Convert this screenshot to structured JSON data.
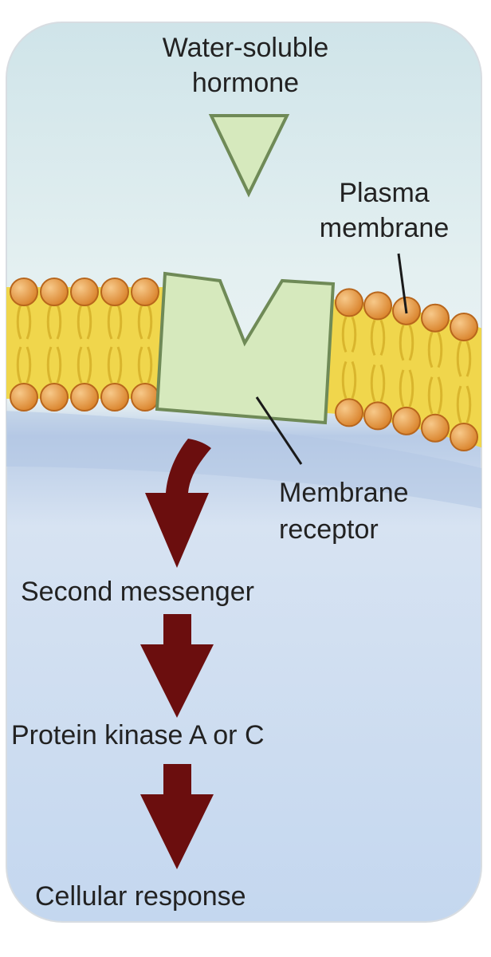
{
  "labels": {
    "hormone_line1": "Water-soluble",
    "hormone_line2": "hormone",
    "membrane_line1": "Plasma",
    "membrane_line2": "membrane",
    "receptor_line1": "Membrane",
    "receptor_line2": "receptor",
    "second_messenger": "Second messenger",
    "protein_kinase": "Protein kinase A or C",
    "cellular_response": "Cellular response"
  },
  "colors": {
    "extracellular_top": "#cfe6ea",
    "intracellular": "#c3d8f0",
    "lipid_tail": "#f2d84a",
    "phospholipid_head": "#e49a3c",
    "receptor_fill": "#d6e9bd",
    "receptor_stroke": "#6f8a57",
    "arrow": "#6b0e0e"
  }
}
